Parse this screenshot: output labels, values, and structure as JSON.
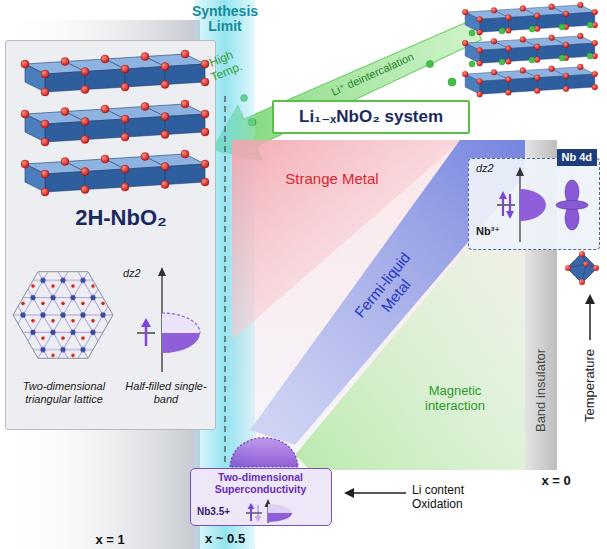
{
  "diagram": {
    "nodes": [
      {
        "text": [
          "Synthesis Limit"
        ]
      },
      {
        "text": [
          "2H-NbO₂",
          "dz2",
          "Two-dimensional triangular lattice",
          "Half-filled single-band"
        ]
      },
      {
        "text": [
          "Li₁₋ₓNbO₂ system"
        ]
      },
      {
        "text": [
          "Strange Metal"
        ]
      },
      {
        "text": [
          "Fermi-liquid Metal"
        ]
      },
      {
        "text": [
          "Magnetic interaction"
        ]
      },
      {
        "text": [
          "Band insulator"
        ]
      },
      {
        "text": [
          "dz2",
          "Nb³⁺"
        ]
      },
      {
        "text": [
          "Nb 4d"
        ],
        "in": 7
      },
      {
        "text": [
          "Two-dimensional Superconductivity",
          "Nb3.5+"
        ]
      }
    ],
    "labels": [
      "High Temp.",
      "Li⁺ deintercalation",
      "Temperature",
      "x = 1",
      "x ~ 0.5",
      "Li content Oxidation",
      "x = 0"
    ]
  }
}
